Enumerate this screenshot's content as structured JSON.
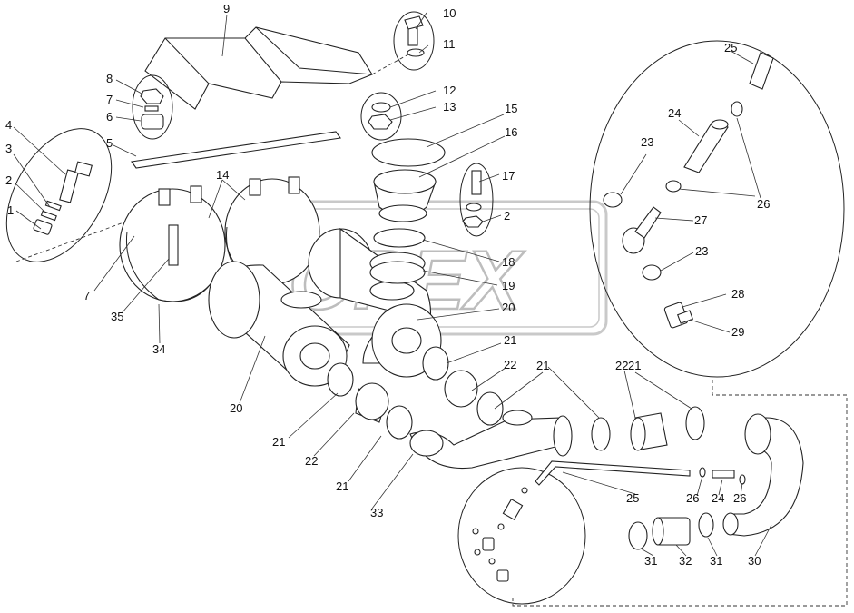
{
  "watermark": "OPEX",
  "callouts": [
    {
      "id": "c1",
      "text": "1"
    },
    {
      "id": "c2a",
      "text": "2"
    },
    {
      "id": "c2b",
      "text": "2"
    },
    {
      "id": "c3",
      "text": "3"
    },
    {
      "id": "c4",
      "text": "4"
    },
    {
      "id": "c5",
      "text": "5"
    },
    {
      "id": "c6",
      "text": "6"
    },
    {
      "id": "c7a",
      "text": "7"
    },
    {
      "id": "c7b",
      "text": "7"
    },
    {
      "id": "c8",
      "text": "8"
    },
    {
      "id": "c9",
      "text": "9"
    },
    {
      "id": "c10",
      "text": "10"
    },
    {
      "id": "c11",
      "text": "11"
    },
    {
      "id": "c12",
      "text": "12"
    },
    {
      "id": "c13",
      "text": "13"
    },
    {
      "id": "c14",
      "text": "14"
    },
    {
      "id": "c15",
      "text": "15"
    },
    {
      "id": "c16",
      "text": "16"
    },
    {
      "id": "c17",
      "text": "17"
    },
    {
      "id": "c18",
      "text": "18"
    },
    {
      "id": "c19",
      "text": "19"
    },
    {
      "id": "c20a",
      "text": "20"
    },
    {
      "id": "c20b",
      "text": "20"
    },
    {
      "id": "c21a",
      "text": "21"
    },
    {
      "id": "c21b",
      "text": "21"
    },
    {
      "id": "c21c",
      "text": "21"
    },
    {
      "id": "c21d",
      "text": "21"
    },
    {
      "id": "c21e",
      "text": "21"
    },
    {
      "id": "c22a",
      "text": "22"
    },
    {
      "id": "c22b",
      "text": "22"
    },
    {
      "id": "c22c",
      "text": "22"
    },
    {
      "id": "c23a",
      "text": "23"
    },
    {
      "id": "c23b",
      "text": "23"
    },
    {
      "id": "c24a",
      "text": "24"
    },
    {
      "id": "c24b",
      "text": "24"
    },
    {
      "id": "c25a",
      "text": "25"
    },
    {
      "id": "c25b",
      "text": "25"
    },
    {
      "id": "c26a",
      "text": "26"
    },
    {
      "id": "c26b",
      "text": "26"
    },
    {
      "id": "c26c",
      "text": "26"
    },
    {
      "id": "c27",
      "text": "27"
    },
    {
      "id": "c28",
      "text": "28"
    },
    {
      "id": "c29",
      "text": "29"
    },
    {
      "id": "c30",
      "text": "30"
    },
    {
      "id": "c31a",
      "text": "31"
    },
    {
      "id": "c31b",
      "text": "31"
    },
    {
      "id": "c32",
      "text": "32"
    },
    {
      "id": "c33",
      "text": "33"
    },
    {
      "id": "c34",
      "text": "34"
    },
    {
      "id": "c35",
      "text": "35"
    }
  ]
}
